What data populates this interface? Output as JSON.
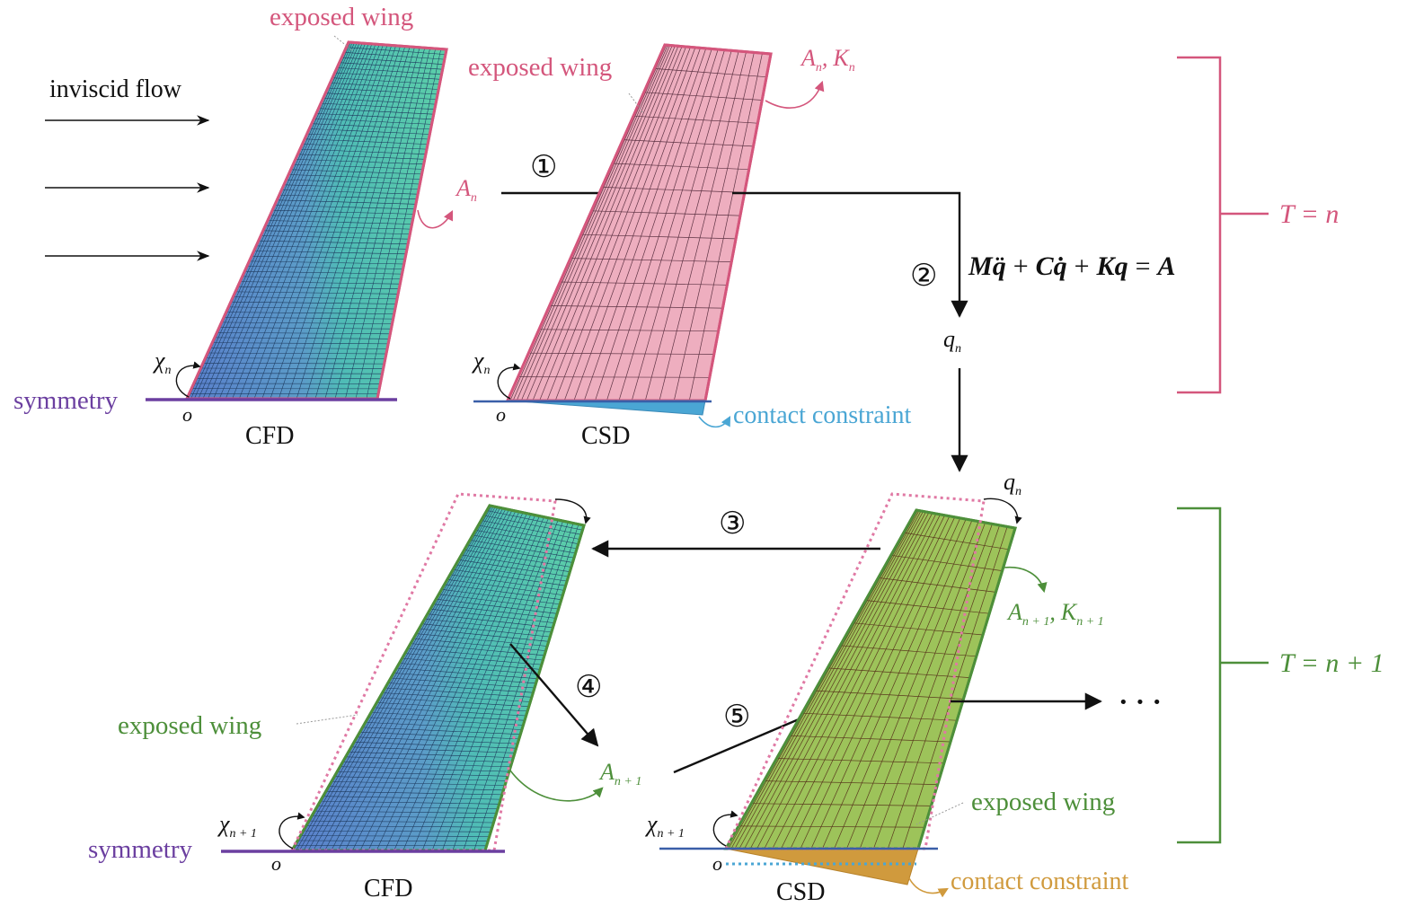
{
  "colors": {
    "pink": "#d4567c",
    "pink_fill": "#eeaebf",
    "green": "#4d8f3a",
    "green_fill": "#9dc35a",
    "purple": "#6b3fa0",
    "blue_line": "#3a5fa8",
    "contact_blue": "#4aa6d4",
    "contact_orange": "#d09a3d",
    "cfd_blue": "#5f86cf",
    "cfd_teal": "#4fc4b8",
    "black": "#111111"
  },
  "labels": {
    "inviscid_flow": "inviscid flow",
    "exposed_wing": "exposed wing",
    "symmetry": "symmetry",
    "origin": "o",
    "cfd": "CFD",
    "csd": "CSD",
    "contact_constraint": "contact constraint",
    "ellipsis": "· · ·"
  },
  "symbols": {
    "chi": "χ",
    "n": "n",
    "n_plus_1": "n + 1",
    "A": "A",
    "K": "K",
    "q": "q",
    "comma": ","
  },
  "equation": {
    "M": "M",
    "q_ddot": "q̈",
    "plus": "+",
    "C": "C",
    "q_dot": "q̇",
    "K": "K",
    "q": "q",
    "equals": "=",
    "A": "A"
  },
  "time_labels": {
    "t_n": "T = n",
    "t_n_plus_1": "T = n + 1"
  },
  "steps": [
    "①",
    "②",
    "③",
    "④",
    "⑤"
  ]
}
